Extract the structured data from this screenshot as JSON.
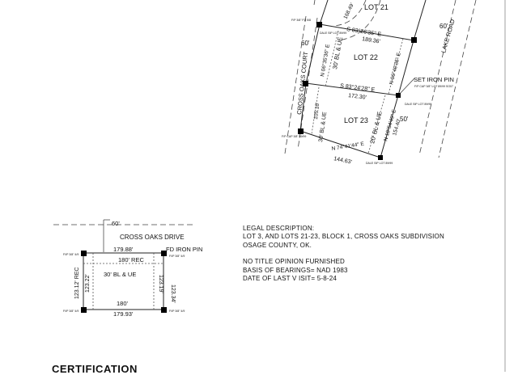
{
  "upper_plat": {
    "lots": [
      "LOT 21",
      "LOT 22",
      "LOT 23"
    ],
    "streets": [
      "CROSS OAKS COURT",
      "LAKE ROAD"
    ],
    "row_widths": [
      "60'",
      "60'",
      "50'"
    ],
    "bearings": [
      "S 83°26'35\" E",
      "189.36'",
      "S 83°24'28\" E",
      "172.30'",
      "N 06°35'36\" E",
      "N 06°40'35\" E",
      "N 74°41'44\" E",
      "144.63'",
      "105.16'",
      "N 18°54'49\" E",
      "154.40'",
      "168.49'"
    ],
    "easements": [
      "30' BL & UE",
      "20' BL & UE",
      "30' BL & UE"
    ],
    "set_iron_pin": "SET IRON PIN",
    "small_notes": [
      "F/P 3/8\" FD 5/8",
      "DALE SIP LOT 89/99",
      "F/P CAP 3/8\" LOT 89/99 SO07",
      "DALE SIP LOT 89/99",
      "F/P CAP 3/8\" 89/99",
      "DALE SIP LOT 89/99"
    ]
  },
  "lower_plat": {
    "street": "CROSS OAKS DRIVE",
    "row_width": "60'",
    "top_dim": "179.88'",
    "top_rec": "180' REC",
    "easement": "30' BL & UE",
    "fd_iron_pin": "FD IRON PIN",
    "left_dims": [
      "123.12' REC",
      "123.22'"
    ],
    "right_dims": [
      "123.34'",
      "123.19'"
    ],
    "bottom_rec": "180'",
    "bottom_dim": "179.93'",
    "pin_notes": [
      "F/IP 3/8\" 4/9",
      "F/IP 3/8\" 4/9",
      "F/IP 3/8\" 4/9",
      "F/IP 3/8\" 4/9"
    ]
  },
  "legal": {
    "heading": "LEGAL DESCRIPTION:",
    "line1": "LOT 3, AND LOTS 21-23, BLOCK 1, CROSS OAKS SUBDIVISION",
    "line2": "OSAGE COUNTY, OK.",
    "note1": "NO TITLE OPINION FURNISHED",
    "note2": "BASIS OF BEARINGS= NAD 1983",
    "note3": "DATE OF LAST V ISIT= 5-8-24"
  },
  "certification": "CERTIFICATION"
}
